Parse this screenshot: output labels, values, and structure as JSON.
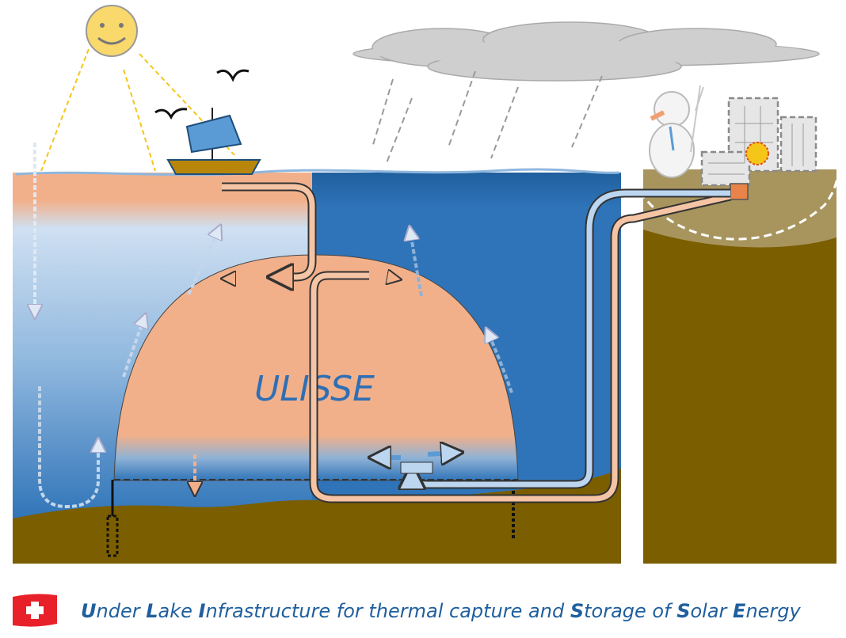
{
  "diagram": {
    "dome_label": "ULISSE",
    "caption": {
      "parts": [
        {
          "initial": "U",
          "rest": "nder "
        },
        {
          "initial": "L",
          "rest": "ake "
        },
        {
          "initial": "I",
          "rest": "nfrastructure for thermal capture and "
        },
        {
          "initial": "S",
          "rest": "torage of "
        },
        {
          "initial": "S",
          "rest": "olar "
        },
        {
          "initial": "E",
          "rest": "nergy"
        }
      ]
    },
    "icons": [
      "sun-icon",
      "cloud-icon",
      "rain-icon",
      "sailboat-icon",
      "bird-icon",
      "snowman-icon",
      "buildings-icon",
      "heat-exchanger-icon",
      "swiss-flag-icon"
    ],
    "colors": {
      "warm_water": "#f2b08a",
      "cold_water": "#2f74b8",
      "ground": "#7b5e00",
      "cloud": "#cfcfcf",
      "sun": "#f9d96b",
      "caption": "#1f5f9e",
      "flag_red": "#e8202a"
    }
  }
}
